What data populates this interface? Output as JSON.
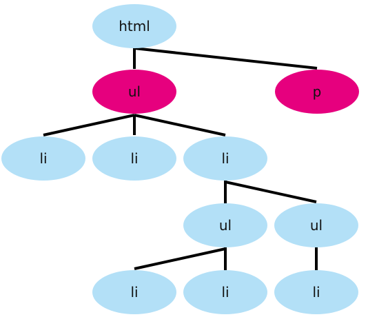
{
  "colors": {
    "default_node": "#b3e0f7",
    "highlight_node": "#e6007e",
    "edge": "#000000"
  },
  "nodes": {
    "html": {
      "label": "html",
      "style": "default"
    },
    "ul_top": {
      "label": "ul",
      "style": "highlight"
    },
    "p": {
      "label": "p",
      "style": "highlight"
    },
    "li_1": {
      "label": "li",
      "style": "default"
    },
    "li_2": {
      "label": "li",
      "style": "default"
    },
    "li_3": {
      "label": "li",
      "style": "default"
    },
    "ul_left": {
      "label": "ul",
      "style": "default"
    },
    "ul_right": {
      "label": "ul",
      "style": "default"
    },
    "li_4": {
      "label": "li",
      "style": "default"
    },
    "li_5": {
      "label": "li",
      "style": "default"
    },
    "li_6": {
      "label": "li",
      "style": "default"
    }
  }
}
